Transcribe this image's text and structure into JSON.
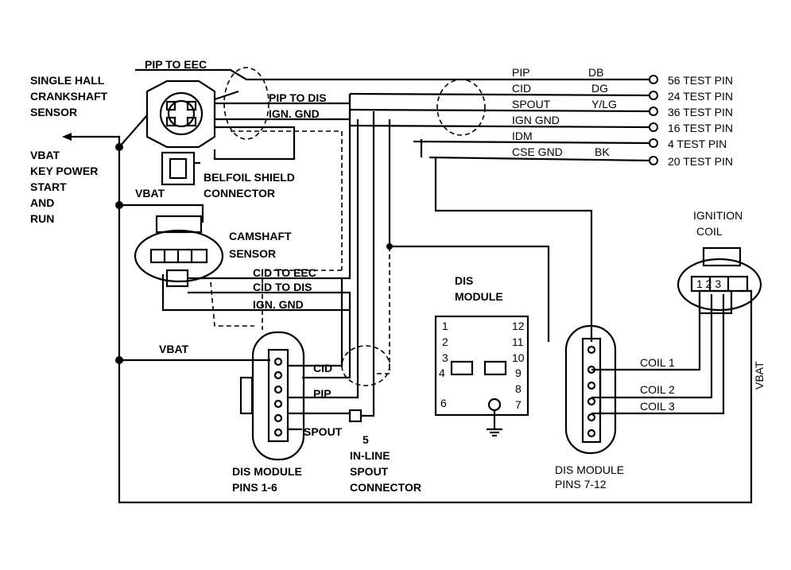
{
  "colors": {
    "ink": "#000000",
    "paper": "#ffffff"
  },
  "labels": {
    "pip_to_eec": "PIP TO EEC",
    "single_hall_1": "SINGLE HALL",
    "single_hall_2": "CRANKSHAFT",
    "single_hall_3": "SENSOR",
    "vbat_key_1": "VBAT",
    "vbat_key_2": "KEY POWER",
    "vbat_key_3": "START",
    "vbat_key_4": "AND",
    "vbat_key_5": "RUN",
    "vbat_left": "VBAT",
    "belfoil_1": "BELFOIL SHIELD",
    "belfoil_2": "CONNECTOR",
    "pip_to_dis": "PIP TO DIS",
    "ign_gnd_top": "IGN. GND",
    "camshaft_1": "CAMSHAFT",
    "camshaft_2": "SENSOR",
    "cid_to_eec": "CID TO EEC",
    "cid_to_dis": "CID TO DIS",
    "ign_gnd_mid": "IGN. GND",
    "vbat_mid": "VBAT",
    "cid": "CID",
    "pip": "PIP",
    "spout": "SPOUT",
    "spout_pin": "5",
    "inline_1": "IN-LINE",
    "inline_2": "SPOUT",
    "inline_3": "CONNECTOR",
    "dis_pins16_1": "DIS MODULE",
    "dis_pins16_2": "PINS 1-6",
    "dis_module_1": "DIS",
    "dis_module_2": "MODULE",
    "dis_pins712_1": "DIS MODULE",
    "dis_pins712_2": "PINS 7-12",
    "ignition_1": "IGNITION",
    "ignition_2": "COIL",
    "coil_pins": "1 2 3",
    "coil1": "COIL 1",
    "coil2": "COIL 2",
    "coil3": "COIL 3",
    "vbat_right": "VBAT"
  },
  "harness": [
    {
      "signal": "PIP",
      "color": "DB",
      "pin": "56 TEST PIN"
    },
    {
      "signal": "CID",
      "color": "DG",
      "pin": "24 TEST PIN"
    },
    {
      "signal": "SPOUT",
      "color": "Y/LG",
      "pin": "36 TEST PIN"
    },
    {
      "signal": "IGN GND",
      "color": "",
      "pin": "16 TEST PIN"
    },
    {
      "signal": "IDM",
      "color": "",
      "pin": "4 TEST PIN"
    },
    {
      "signal": "CSE GND",
      "color": "BK",
      "pin": "20 TEST PIN"
    }
  ],
  "module_pins_left": [
    "1",
    "2",
    "3",
    "4",
    "6"
  ],
  "module_pins_right": [
    "12",
    "11",
    "10",
    "9",
    "8",
    "7"
  ],
  "pins_7_12": [
    "12",
    "11",
    "10",
    "9",
    "8",
    "7"
  ]
}
